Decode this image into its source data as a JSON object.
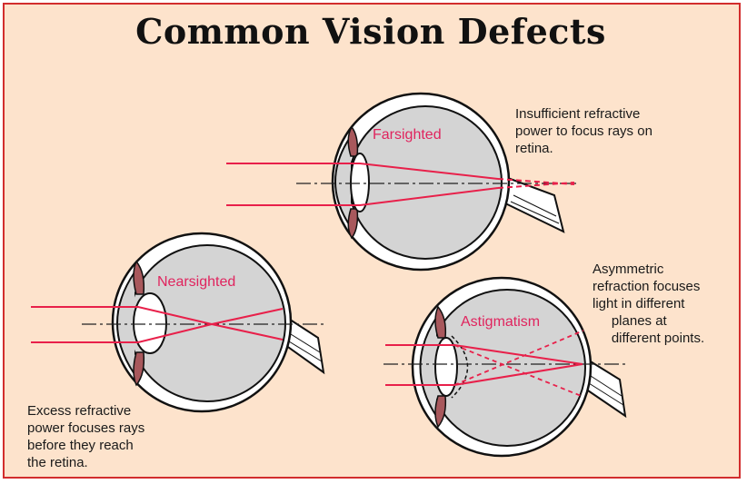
{
  "title": "Common Vision Defects",
  "colors": {
    "background": "#fde3cc",
    "border": "#d22d2d",
    "ray": "#e8204a",
    "eye_fill": "#d4d4d4",
    "iris": "#a8585c"
  },
  "eyes": {
    "farsighted": {
      "label": "Farsighted",
      "caption": "Insufficient refractive\npower to focus rays on\nretina."
    },
    "nearsighted": {
      "label": "Nearsighted",
      "caption": "Excess refractive\npower focuses rays\nbefore they reach\nthe retina."
    },
    "astigmatism": {
      "label": "Astigmatism",
      "caption": "Asymmetric\nrefraction focuses\nlight in different\n     planes at\n     different points."
    }
  }
}
